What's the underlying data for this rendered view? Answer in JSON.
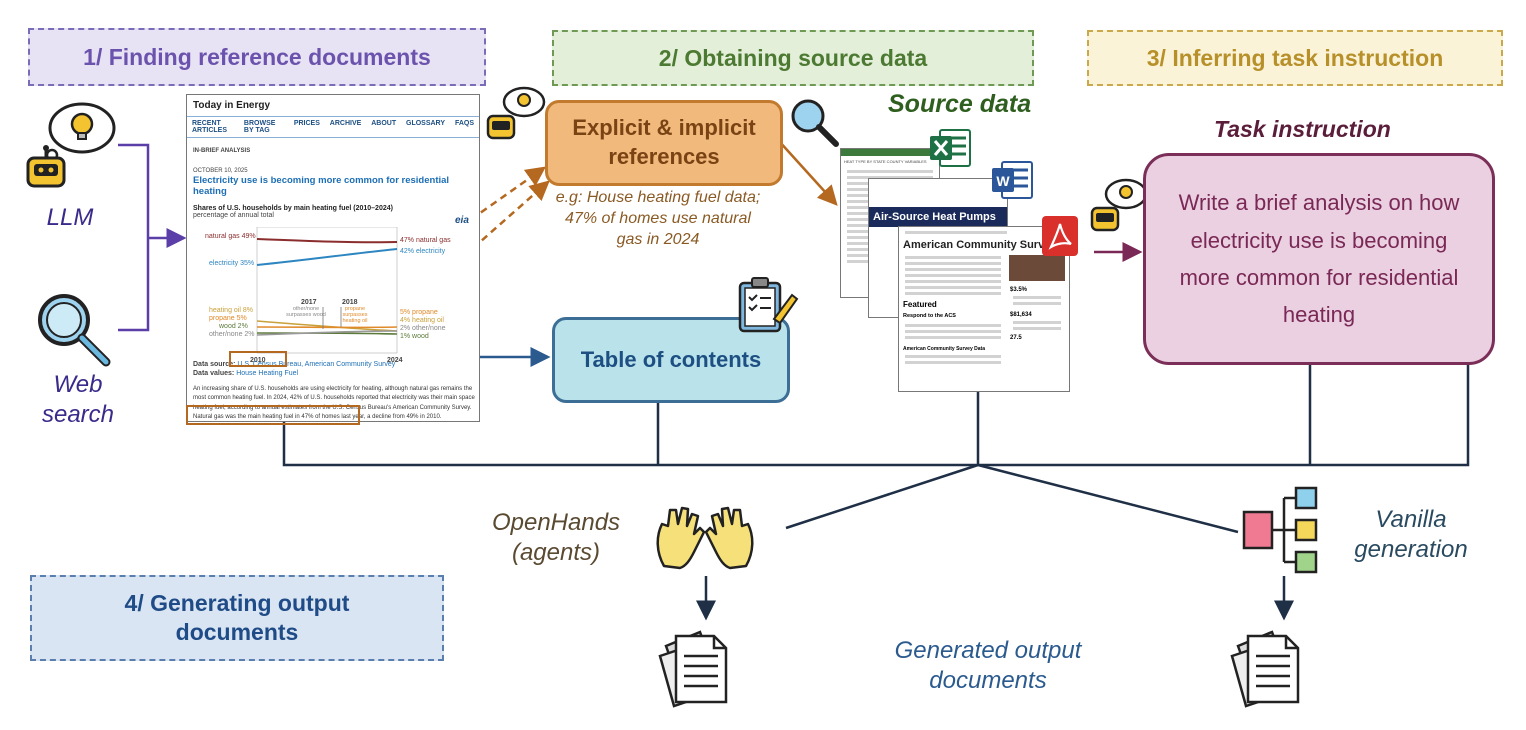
{
  "stages": {
    "s1": "1/ Finding reference documents",
    "s2": "2/ Obtaining source data",
    "s3": "3/ Inferring task instruction",
    "s4": "4/ Generating output documents"
  },
  "left": {
    "llm_label": "LLM",
    "web_label": "Web search"
  },
  "article": {
    "site": "Today in Energy",
    "nav": [
      "RECENT ARTICLES",
      "BROWSE BY TAG",
      "PRICES",
      "ARCHIVE",
      "ABOUT",
      "GLOSSARY",
      "FAQS"
    ],
    "section": "IN-BRIEF ANALYSIS",
    "date": "OCTOBER 10, 2025",
    "headline": "Electricity use is becoming more common for residential heating",
    "chart_title": "Shares of U.S. households by main heating fuel (2010–2024)",
    "chart_subtitle": "percentage of annual total",
    "logo": "eia",
    "left_labels": [
      "natural gas 49%",
      "electricity 35%",
      "heating oil 8%",
      "propane 5%",
      "wood 2%",
      "other/none 2%"
    ],
    "right_labels": [
      "47% natural gas",
      "42% electricity",
      "5% propane",
      "4% heating oil",
      "2% other/none",
      "1% wood"
    ],
    "mid_labels": [
      "2017",
      "other/none surpasses wood",
      "2018",
      "propane surpasses heating oil"
    ],
    "x_ticks": [
      "2010",
      "2024"
    ],
    "source_label": "Data source:",
    "source_value": "U.S. Census Bureau, American Community Survey",
    "values_label": "Data values:",
    "values_value": "House Heating Fuel",
    "body": "An increasing share of U.S. households are using electricity for heating, although natural gas remains the most common heating fuel. In 2024, 42% of U.S. households reported that electricity was their main space heating fuel, according to annual estimates from the U.S. Census Bureau's American Community Survey. Natural gas was the main heating fuel in 47% of homes last year, a decline from 49% in 2010."
  },
  "refs": {
    "box": "Explicit & implicit references",
    "example": "e.g: House heating fuel data; 47% of homes use natural gas in 2024"
  },
  "toc": "Table of contents",
  "source": {
    "title": "Source data",
    "sheet_title": "HEAT TYPE BY STATE COUNTY VARIABLES",
    "heat_pumps": "Air-Source Heat Pumps",
    "acs_title": "American Community Survey (",
    "featured": "Featured",
    "respond": "Respond to the ACS",
    "acs_data": "American Community Survey Data",
    "stat1": "$3.5%",
    "stat2": "$81,634",
    "stat3": "27.5"
  },
  "task": {
    "title": "Task instruction",
    "text": "Write a brief analysis on how electricity use is becoming more common for residential heating"
  },
  "bottom": {
    "openhands": "OpenHands (agents)",
    "vanilla": "Vanilla generation",
    "generated": "Generated output documents"
  },
  "colors": {
    "purple": "#5b3ea8",
    "orange": "#b5681f",
    "navy": "#1d4f83",
    "maroon": "#7a2855",
    "green": "#2f5f1f",
    "line": "#1f2f45"
  }
}
